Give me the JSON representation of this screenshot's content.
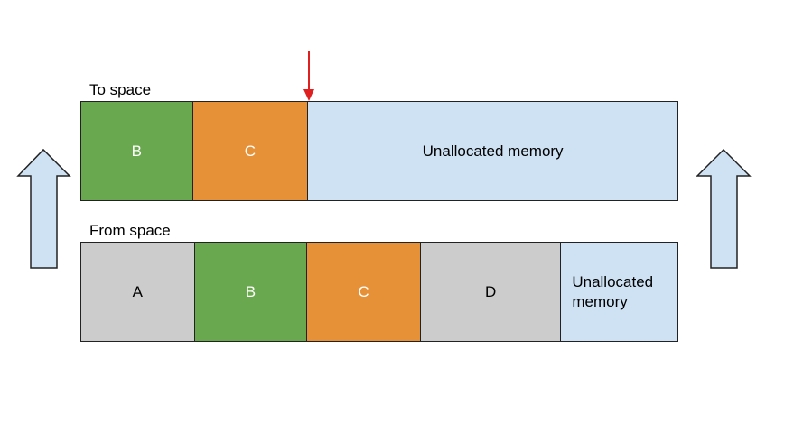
{
  "to_space": {
    "label": "To space",
    "blocks": [
      {
        "name": "block-b",
        "label": "B",
        "width": 124,
        "color": "#6aa84f",
        "text_color": "light"
      },
      {
        "name": "block-c",
        "label": "C",
        "width": 128,
        "color": "#e69138",
        "text_color": "light"
      },
      {
        "name": "block-unallocated",
        "label": "Unallocated memory",
        "width": 410,
        "color": "#cfe2f3",
        "text_color": "dark"
      }
    ]
  },
  "from_space": {
    "label": "From space",
    "blocks": [
      {
        "name": "block-a",
        "label": "A",
        "width": 126,
        "color": "#cccccc",
        "text_color": "dark"
      },
      {
        "name": "block-b",
        "label": "B",
        "width": 125,
        "color": "#6aa84f",
        "text_color": "light"
      },
      {
        "name": "block-c",
        "label": "C",
        "width": 126,
        "color": "#e69138",
        "text_color": "light"
      },
      {
        "name": "block-d",
        "label": "D",
        "width": 156,
        "color": "#cccccc",
        "text_color": "dark"
      },
      {
        "name": "block-unallocated",
        "label": "Unallocated\nmemory",
        "width": 129,
        "color": "#cfe2f3",
        "text_color": "dark",
        "align": "left"
      }
    ]
  },
  "colors": {
    "up_arrow_fill": "#cfe2f3",
    "up_arrow_stroke": "#222222",
    "pointer_arrow": "#e02020"
  },
  "icons": {
    "left": "up-arrow-icon",
    "right": "up-arrow-icon",
    "pointer": "down-arrow-icon"
  }
}
